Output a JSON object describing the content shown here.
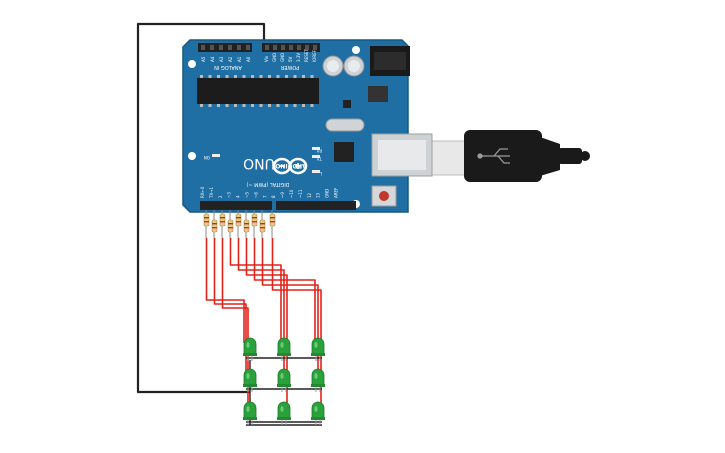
{
  "board": {
    "brand": "ARDUINO",
    "model": "UNO",
    "power_header": "POWER",
    "analog_header": "ANALOG IN",
    "digital_header": "DIGITAL (PWM ~)",
    "on_label": "ON",
    "tx_label": "TX",
    "rx_label": "RX",
    "l_label": "L",
    "power_pins": [
      "IOREF",
      "RESET",
      "3.3V",
      "5V",
      "GND",
      "GND",
      "Vin"
    ],
    "analog_pins": [
      "A0",
      "A1",
      "A2",
      "A3",
      "A4",
      "A5"
    ],
    "digital_pins": [
      "AREF",
      "GND",
      "13",
      "12",
      "~11",
      "~10",
      "~9",
      "8",
      "7",
      "~6",
      "~5",
      "4",
      "~3",
      "2",
      "TX→1",
      "RX←0"
    ]
  },
  "colors": {
    "board": "#1f6fa5",
    "wire_red": "#e2231a",
    "wire_black": "#222222",
    "led": "#2aa13b",
    "resistor": "#e7c98a",
    "usb_cable": "#1a1a1a"
  },
  "icons": {
    "logo": "arduino-infinity-icon",
    "usb": "usb-icon"
  }
}
